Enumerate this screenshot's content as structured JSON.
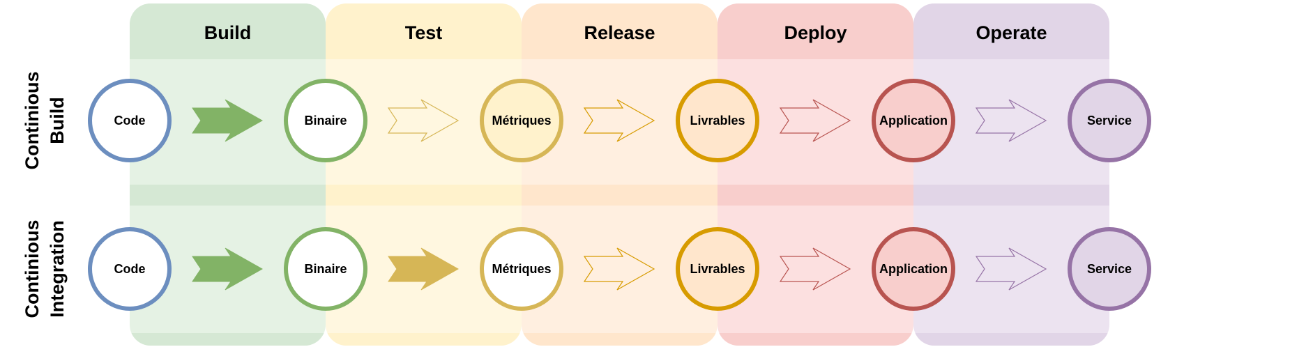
{
  "colors": {
    "background": "#ffffff",
    "text": "#000000",
    "code_stroke": "#6c8ebf",
    "build_stroke": "#82b366",
    "test_stroke": "#d6b656",
    "release_stroke": "#d79b00",
    "deploy_stroke": "#b85450",
    "operate_stroke": "#9673a6"
  },
  "stages": [
    {
      "key": "build",
      "label": "Build",
      "header_fill": "#d5e8d4",
      "body_fill": "#e5f2e4",
      "band_fill": "#d5e8d4",
      "stroke": "#82b366"
    },
    {
      "key": "test",
      "label": "Test",
      "header_fill": "#fff2cc",
      "body_fill": "#fff7e0",
      "band_fill": "#fff2cc",
      "stroke": "#d6b656"
    },
    {
      "key": "release",
      "label": "Release",
      "header_fill": "#ffe6cc",
      "body_fill": "#ffefe0",
      "band_fill": "#ffe6cc",
      "stroke": "#d79b00"
    },
    {
      "key": "deploy",
      "label": "Deploy",
      "header_fill": "#f8cecc",
      "body_fill": "#fce0e0",
      "band_fill": "#f8cecc",
      "stroke": "#b85450"
    },
    {
      "key": "operate",
      "label": "Operate",
      "header_fill": "#e1d5e7",
      "body_fill": "#ece3f0",
      "band_fill": "#e1d5e7",
      "stroke": "#9673a6"
    }
  ],
  "rows": [
    {
      "key": "continious-build",
      "label_lines": [
        "Continious",
        "Build"
      ],
      "nodes": [
        {
          "label": "Code",
          "stroke": "#6c8ebf",
          "fill": "#ffffff"
        },
        {
          "label": "Binaire",
          "stroke": "#82b366",
          "fill": "#ffffff"
        },
        {
          "label": "Métriques",
          "stroke": "#d6b656",
          "fill": "#fff2cc"
        },
        {
          "label": "Livrables",
          "stroke": "#d79b00",
          "fill": "#ffe6cc"
        },
        {
          "label": "Application",
          "stroke": "#b85450",
          "fill": "#f8cecc"
        },
        {
          "label": "Service",
          "stroke": "#9673a6",
          "fill": "#e1d5e7"
        }
      ],
      "arrows": [
        {
          "filled": true,
          "color": "#82b366"
        },
        {
          "filled": false,
          "color": "#d6b656"
        },
        {
          "filled": false,
          "color": "#d79b00"
        },
        {
          "filled": false,
          "color": "#b85450"
        },
        {
          "filled": false,
          "color": "#9673a6"
        }
      ]
    },
    {
      "key": "continious-integration",
      "label_lines": [
        "Continious",
        "Integration"
      ],
      "nodes": [
        {
          "label": "Code",
          "stroke": "#6c8ebf",
          "fill": "#ffffff"
        },
        {
          "label": "Binaire",
          "stroke": "#82b366",
          "fill": "#ffffff"
        },
        {
          "label": "Métriques",
          "stroke": "#d6b656",
          "fill": "#ffffff"
        },
        {
          "label": "Livrables",
          "stroke": "#d79b00",
          "fill": "#ffe6cc"
        },
        {
          "label": "Application",
          "stroke": "#b85450",
          "fill": "#f8cecc"
        },
        {
          "label": "Service",
          "stroke": "#9673a6",
          "fill": "#e1d5e7"
        }
      ],
      "arrows": [
        {
          "filled": true,
          "color": "#82b366"
        },
        {
          "filled": true,
          "color": "#d6b656"
        },
        {
          "filled": false,
          "color": "#d79b00"
        },
        {
          "filled": false,
          "color": "#b85450"
        },
        {
          "filled": false,
          "color": "#9673a6"
        }
      ]
    }
  ]
}
